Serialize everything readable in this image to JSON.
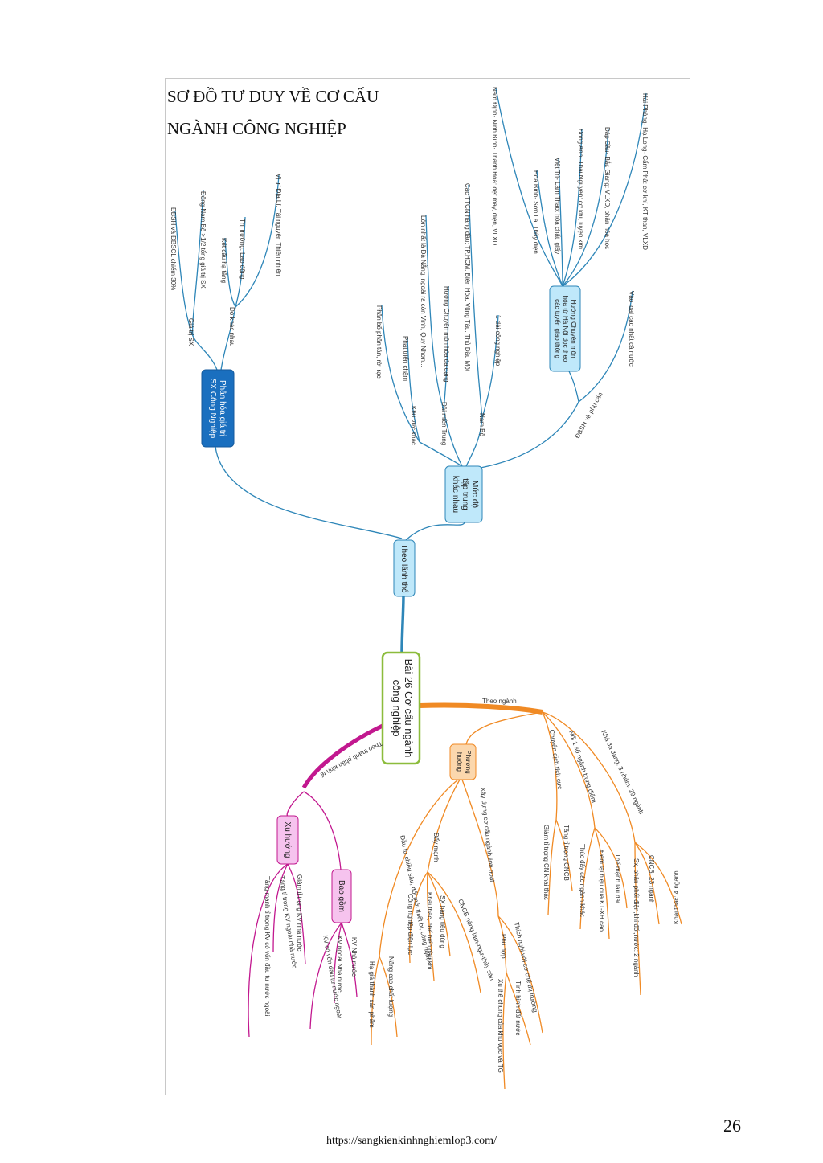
{
  "document": {
    "title_line1": "SƠ ĐỒ TƯ DUY VỀ CƠ CẤU",
    "title_line2": "NGÀNH CÔNG NGHIỆP",
    "page_number": "26",
    "footer_url": "https://sangkienkinhnghiemlop3.com/"
  },
  "mindmap": {
    "central": {
      "line1": "Bài 26 Cơ cấu ngành",
      "line2": "công nghiệp"
    },
    "territory": {
      "label": "Theo lãnh thổ",
      "phan_hoa": {
        "line1": "Phân hóa giá trị",
        "line2": "SX Công Nghiệp"
      },
      "gia_tri_sx": "Giá trị SX",
      "gia_tri_items": [
        "ĐBSH và ĐBSCL chiếm 30%",
        "Đông Nam Bộ >1/2 tổng giá trị SX"
      ],
      "do_khac_nhau": "Do khác nhau",
      "do_items": [
        "Kết cấu hạ tầng",
        "Thị trường, Lao động",
        "Vị trí Địa Lí, Tài nguyên Thiên nhiên"
      ],
      "muc_do": {
        "line1": "Mức độ",
        "line2": "tập trung",
        "line3": "khác nhau"
      },
      "khu_vuc_khac": "Khu vực khác",
      "kv_items": [
        "Phân bố phân tán, rời rạc",
        "Phát triển chậm"
      ],
      "duyen_hai": "Dải miền Trung",
      "dh_items": [
        "Lớn nhất là Đà Nẵng, ngoài ra còn Vinh, Quy Nhơn...",
        "Hướng Chuyên môn hóa đa dạng"
      ],
      "nam_bo": "Nam Bộ",
      "nb_items": [
        "Các TTCN hàng đầu: TP.HCM, Biên Hòa, Vũng Tàu, Thủ Dầu Một",
        "1 dải công nghiệp"
      ],
      "dbsh": "ĐBSH và phụ cận",
      "dbsh_items": [
        "Vào loại cao nhất cả nước"
      ],
      "huong_cm": {
        "line1": "Hướng Chuyên môn",
        "line2": "hóa từ Hà Nội dọc theo",
        "line3": "các tuyến giao thông"
      },
      "cm_items": [
        "Nam Định- Ninh Bình- Thanh Hóa: dệt may, điện, VLXD",
        "Hòa Bình- Sơn La: Thủy điện",
        "Việt Trì- Lâm Thao: hóa chất, giấy",
        "Đông Anh- Thái Nguyên: cơ khí, luyện kim",
        "Đáp Cầu- Bắc Giang: VLXD, phân hóa học",
        "Hải Phòng- Hạ Long- Cẩm Phả: cơ khí, KT than, VLXD"
      ]
    },
    "sector": {
      "label": "Theo ngành",
      "kha_da_dang": "Khá đa dạng: 3 nhóm, 29 ngành",
      "kdd_items": [
        "Khai thác: 4 ngành",
        "CNCB: 23 ngành",
        "Sx, phân phối điện,khí đốt,nước: 2 ngành"
      ],
      "noi_1_so": "Nổi 1 số ngành trọng điểm",
      "n1_items": [
        "Thế mạnh lâu dài",
        "Đem lại hiệu quả KT-XH cao",
        "Thúc đẩy các ngành khác"
      ],
      "chuyen_dich": "Chuyển dịch tích cực",
      "cd_items": [
        "Tăng tỉ trọng CNCB",
        "Giảm tỉ trọng CN khai thác"
      ],
      "phuong_huong": {
        "line1": "Phương",
        "line2": "hướng"
      },
      "xay_dung": "Xây dựng cơ cấu ngành linh hoạt",
      "xd_sub1": "Thích nghi với cơ chế thị trường",
      "xd_sub2": "Phù hợp",
      "ph_items": [
        "Tình hình đất nước",
        "Xu thế chung của khu vực và TG"
      ],
      "day_manh": "Đẩy mạnh",
      "dm_items": [
        "CNCB nông-lâm-ngư-thủy sản",
        "SX hàng tiêu dùng",
        "Khai thác, chế biến dầu khí",
        "Công nghiệp điện lực"
      ],
      "dau_tu": "Đầu tư chiều sâu, đổi mới thiết bị, công nghệ",
      "dt_items": [
        "Nâng cao chất lượng",
        "Hạ giá thành sản phẩm"
      ]
    },
    "ownership": {
      "label": "Theo thành phần kinh tế",
      "bao_gom": "Bao gồm",
      "bg_items": [
        "KV Nhà nước",
        "KV ngoài Nhà nước",
        "KV có vốn đầu tư nước ngoài"
      ],
      "xu_huong": "Xu hướng",
      "xh_items": [
        "Giảm tỉ trọng KV nhà nước",
        "Tăng tỉ trọng KV ngoài nhà nước",
        "Tăng mạnh tỉ trọng KV có vốn đầu tư nước ngoài"
      ]
    }
  },
  "colors": {
    "territory": "#2e86b8",
    "territory_node_dark": "#1a6fbf",
    "territory_node_light": "#bfe8fa",
    "sector": "#f08a24",
    "sector_node": "#fbd7ad",
    "ownership": "#c2188f",
    "ownership_node": "#f6c3ee",
    "central_border": "#8cbc3c"
  }
}
